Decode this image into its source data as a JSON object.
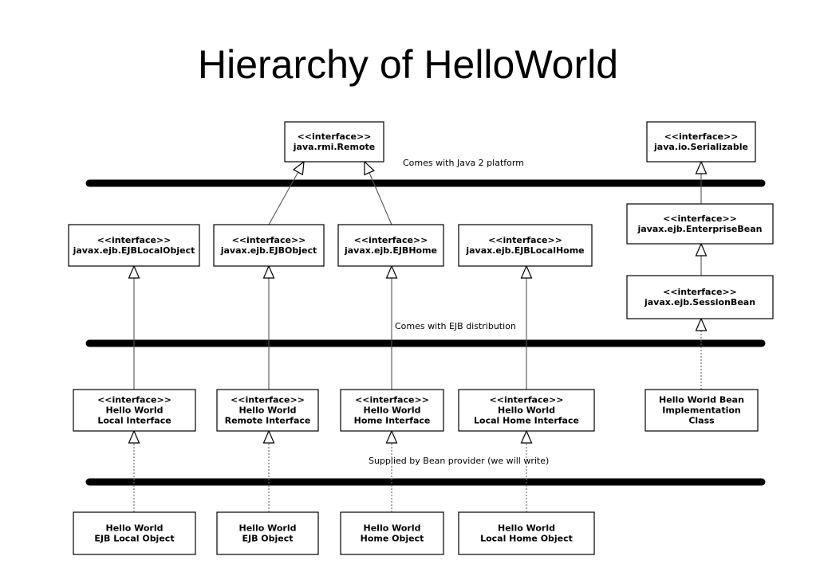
{
  "title": "Hierarchy of HelloWorld",
  "bands": [
    "Comes with Java 2 platform",
    "Comes with EJB distribution",
    "Supplied by Bean provider (we will write)"
  ],
  "boxes": [
    {
      "id": "rmi-remote",
      "lines": [
        "<<interface>>",
        "java.rmi.Remote"
      ]
    },
    {
      "id": "io-serializable",
      "lines": [
        "<<interface>>",
        "java.io.Serializable"
      ]
    },
    {
      "id": "enterprise-bean",
      "lines": [
        "<<interface>>",
        "javax.ejb.EnterpriseBean"
      ]
    },
    {
      "id": "session-bean",
      "lines": [
        "<<interface>>",
        "javax.ejb.SessionBean"
      ]
    },
    {
      "id": "ejb-local-object",
      "lines": [
        "<<interface>>",
        "javax.ejb.EJBLocalObject"
      ]
    },
    {
      "id": "ejb-object",
      "lines": [
        "<<interface>>",
        "javax.ejb.EJBObject"
      ]
    },
    {
      "id": "ejb-home",
      "lines": [
        "<<interface>>",
        "javax.ejb.EJBHome"
      ]
    },
    {
      "id": "ejb-local-home",
      "lines": [
        "<<interface>>",
        "javax.ejb.EJBLocalHome"
      ]
    },
    {
      "id": "hw-local-interface",
      "lines": [
        "<<interface>>",
        "Hello World",
        "Local Interface"
      ]
    },
    {
      "id": "hw-remote-interface",
      "lines": [
        "<<interface>>",
        "Hello World",
        "Remote Interface"
      ]
    },
    {
      "id": "hw-home-interface",
      "lines": [
        "<<interface>>",
        "Hello World",
        "Home Interface"
      ]
    },
    {
      "id": "hw-local-home-interface",
      "lines": [
        "<<interface>>",
        "Hello World",
        "Local Home Interface"
      ]
    },
    {
      "id": "hw-bean-impl",
      "lines": [
        "Hello World Bean",
        "Implementation",
        "Class"
      ]
    },
    {
      "id": "hw-ejb-local-object",
      "lines": [
        "Hello World",
        "EJB Local Object"
      ]
    },
    {
      "id": "hw-ejb-object",
      "lines": [
        "Hello World",
        "EJB Object"
      ]
    },
    {
      "id": "hw-home-object",
      "lines": [
        "Hello World",
        "Home Object"
      ]
    },
    {
      "id": "hw-local-home-object",
      "lines": [
        "Hello World",
        "Local Home Object"
      ]
    }
  ]
}
